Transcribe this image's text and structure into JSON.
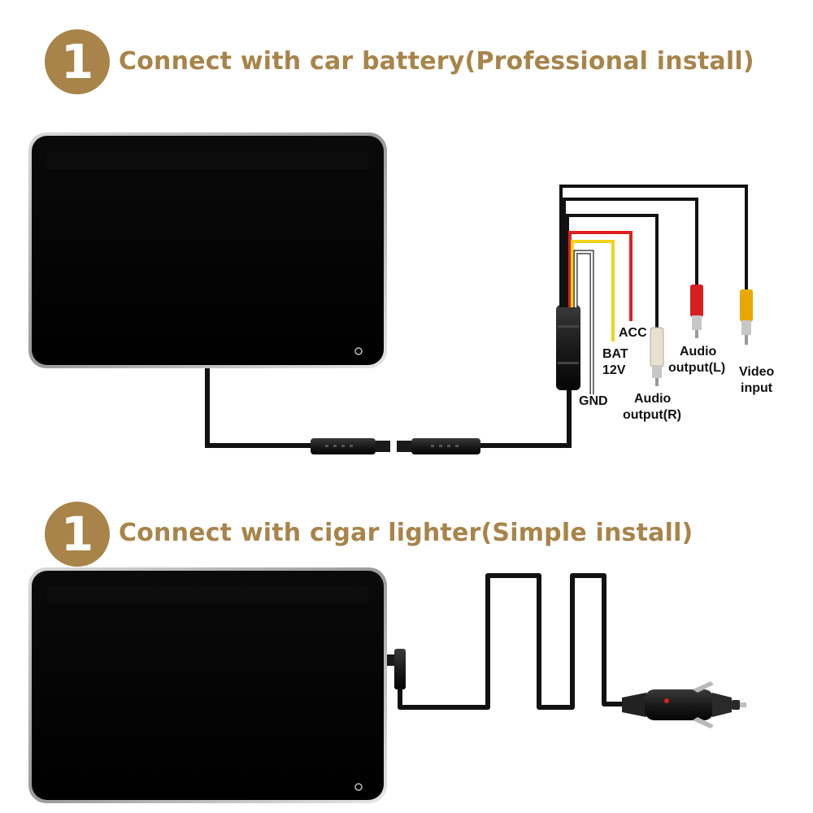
{
  "sections": [
    {
      "step_number": "1",
      "title": "Connect with car battery(Professional install)",
      "wire_labels": {
        "acc": "ACC",
        "bat_line1": "BAT",
        "bat_line2": "12V",
        "gnd": "GND",
        "audio_r_line1": "Audio",
        "audio_r_line2": "output(R)",
        "audio_l_line1": "Audio",
        "audio_l_line2": "output(L)",
        "video_line1": "Video",
        "video_line2": "input"
      }
    },
    {
      "step_number": "1",
      "title": "Connect with cigar lighter(Simple install)"
    }
  ],
  "colors": {
    "accent": "#a8844a",
    "wire_acc": "#e02020",
    "wire_bat": "#f2d21a",
    "wire_gnd": "#ffffff",
    "rca_red": "#d81e1e",
    "rca_yellow": "#e8a800",
    "rca_white": "#e8e0d0"
  }
}
